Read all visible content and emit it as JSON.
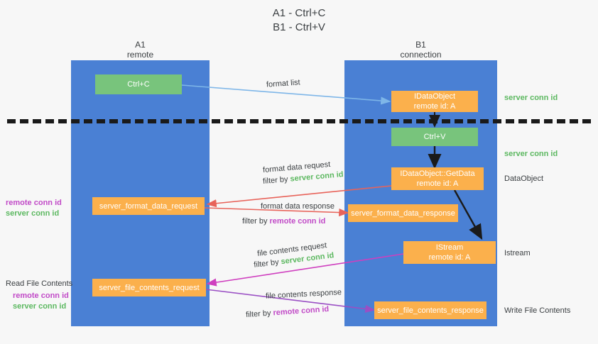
{
  "title": {
    "line1": "A1 - Ctrl+C",
    "line2": "B1 - Ctrl+V"
  },
  "lanes": [
    {
      "id": "a1",
      "name": "A1",
      "sub": "remote"
    },
    {
      "id": "b1",
      "name": "B1",
      "sub": "connection"
    }
  ],
  "nodes": {
    "ctrl_c": {
      "l1": "Ctrl+C",
      "l2": ""
    },
    "idataobject": {
      "l1": "IDataObject",
      "l2": "remote id: A"
    },
    "ctrl_v": {
      "l1": "Ctrl+V",
      "l2": ""
    },
    "getdata": {
      "l1": "IDataObject::GetData",
      "l2": "remote id: A"
    },
    "format_data_request": {
      "l1": "server_format_data_request",
      "l2": ""
    },
    "format_data_response": {
      "l1": "server_format_data_response",
      "l2": ""
    },
    "istream": {
      "l1": "IStream",
      "l2": "remote id: A"
    },
    "file_contents_request": {
      "l1": "server_file_contents_request",
      "l2": ""
    },
    "file_contents_response": {
      "l1": "server_file_contents_response",
      "l2": ""
    }
  },
  "arrow_labels": {
    "format_list": "format list",
    "format_data_request": "format data request",
    "format_data_request_f1": "filter by ",
    "format_data_request_f2": "server conn id",
    "format_data_response": "format data response",
    "format_data_response_f1": "filter by ",
    "format_data_response_f2": "remote conn id",
    "file_contents_request": "file contents request",
    "file_contents_request_f1": "filter by ",
    "file_contents_request_f2": "server conn id",
    "file_contents_response": "file contents response",
    "file_contents_response_f1": "filter by ",
    "file_contents_response_f2": "remote conn id"
  },
  "right_labels": {
    "server_conn_id_top": "server conn id",
    "server_conn_id_mid": "server conn id",
    "dataobject": "DataObject",
    "istream": "Istream",
    "write_file_contents": "Write File Contents"
  },
  "left_labels": {
    "remote_conn_id_1": "remote conn id",
    "server_conn_id_1": "server conn id",
    "read_file_contents": "Read File Contents",
    "remote_conn_id_2": "remote conn id",
    "server_conn_id_2": "server conn id"
  },
  "colors": {
    "lane": "#4a80d4",
    "green_node": "#78c47c",
    "orange_node": "#fbb04c",
    "green_text": "#5cb860",
    "purple_text": "#c14ac7",
    "blue_arrow": "#7eb6e8",
    "red_arrow": "#e8635a",
    "magenta_arrow": "#cf3fbf",
    "purple_arrow": "#9a4fc4",
    "black_arrow": "#1a1a1a",
    "background": "#f7f7f7"
  }
}
